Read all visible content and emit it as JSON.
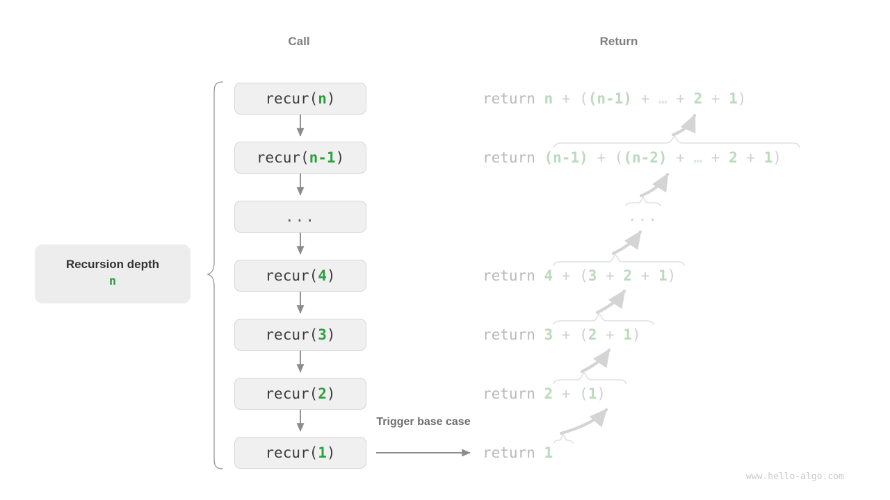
{
  "headers": {
    "call": "Call",
    "return": "Return"
  },
  "depth_label": {
    "title": "Recursion depth",
    "value": "n"
  },
  "trigger_label": "Trigger base case",
  "watermark": "www.hello-algo.com",
  "colors": {
    "accent_green": "#2f9e41",
    "faded_green": "#bbd9bb",
    "box_fill": "#f0f0f0",
    "box_border": "#d6d6d6",
    "muted_text": "#7f7f7f",
    "keyword_gray": "#b9b9b9"
  },
  "call_stack": [
    {
      "prefix": "recur(",
      "arg": "n",
      "suffix": ")",
      "is_ellipsis": false,
      "ellipsis": ""
    },
    {
      "prefix": "recur(",
      "arg": "n-1",
      "suffix": ")",
      "is_ellipsis": false,
      "ellipsis": ""
    },
    {
      "prefix": "",
      "arg": "",
      "suffix": "",
      "is_ellipsis": true,
      "ellipsis": "..."
    },
    {
      "prefix": "recur(",
      "arg": "4",
      "suffix": ")",
      "is_ellipsis": false,
      "ellipsis": ""
    },
    {
      "prefix": "recur(",
      "arg": "3",
      "suffix": ")",
      "is_ellipsis": false,
      "ellipsis": ""
    },
    {
      "prefix": "recur(",
      "arg": "2",
      "suffix": ")",
      "is_ellipsis": false,
      "ellipsis": ""
    },
    {
      "prefix": "recur(",
      "arg": "1",
      "suffix": ")",
      "is_ellipsis": false,
      "ellipsis": ""
    }
  ],
  "returns": [
    {
      "keyword": "return ",
      "text": "n + ((n-1) + … + 2 + 1)"
    },
    {
      "keyword": "return ",
      "text": "(n-1) + ((n-2) + … + 2 + 1)"
    },
    {
      "keyword": "",
      "text": "..."
    },
    {
      "keyword": "return ",
      "text": "4 + (3 + 2 + 1)"
    },
    {
      "keyword": "return ",
      "text": "3 + (2 + 1)"
    },
    {
      "keyword": "return ",
      "text": "2 + (1)"
    },
    {
      "keyword": "return ",
      "text": "1"
    }
  ]
}
